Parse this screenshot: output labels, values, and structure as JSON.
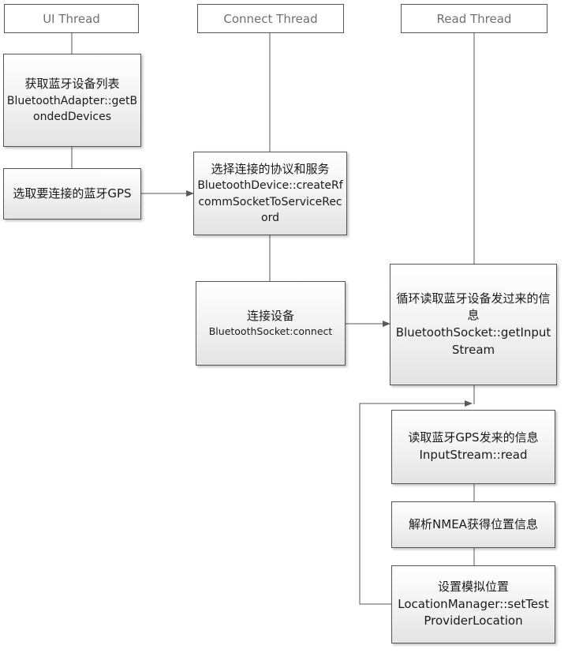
{
  "lanes": {
    "ui": "UI Thread",
    "connect": "Connect Thread",
    "read": "Read Thread"
  },
  "steps": {
    "get_devices": {
      "title": "获取蓝牙设备列表",
      "api": "BluetoothAdapter::getBondedDevices"
    },
    "select_gps": {
      "title": "选取要连接的蓝牙GPS"
    },
    "choose_protocol": {
      "title": "选择连接的协议和服务",
      "api": "BluetoothDevice::createRfcommSocketToServiceRecord"
    },
    "connect_device": {
      "title": "连接设备",
      "api": "BluetoothSocket:connect"
    },
    "loop_read": {
      "title": "循环读取蓝牙设备发过来的信息",
      "api": "BluetoothSocket::getInputStream"
    },
    "read_gps": {
      "title": "读取蓝牙GPS发来的信息",
      "api": "InputStream::read"
    },
    "parse_nmea": {
      "title": "解析NMEA获得位置信息"
    },
    "set_location": {
      "title": "设置模拟位置",
      "api": "LocationManager::setTestProviderLocation"
    }
  }
}
